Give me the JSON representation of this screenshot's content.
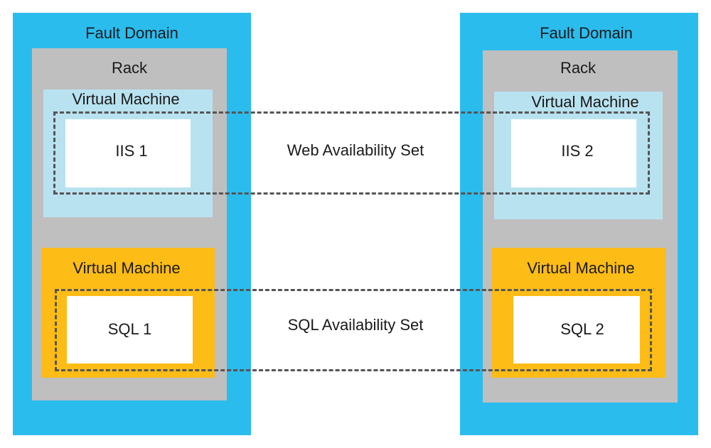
{
  "left": {
    "fault_domain": "Fault Domain",
    "rack": "Rack",
    "web_vm": {
      "label": "Virtual Machine",
      "server": "IIS 1"
    },
    "sql_vm": {
      "label": "Virtual Machine",
      "server": "SQL 1"
    }
  },
  "right": {
    "fault_domain": "Fault Domain",
    "rack": "Rack",
    "web_vm": {
      "label": "Virtual Machine",
      "server": "IIS 2"
    },
    "sql_vm": {
      "label": "Virtual Machine",
      "server": "SQL 2"
    }
  },
  "availability_sets": {
    "web": "Web Availability Set",
    "sql": "SQL Availability Set"
  },
  "colors": {
    "fault_domain": "#2bbcee",
    "rack": "#bfbfbf",
    "web_vm": "#b9e2f0",
    "sql_vm": "#fdbc16",
    "server": "#ffffff",
    "dashed_border": "#555555"
  }
}
